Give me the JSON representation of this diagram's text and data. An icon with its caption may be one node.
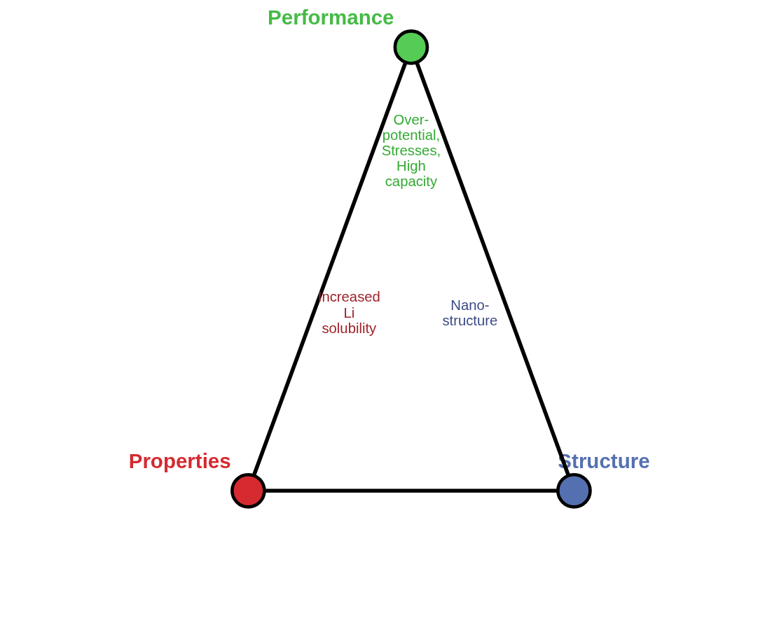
{
  "diagram": {
    "nodes": [
      {
        "text": [
          "Performance"
        ]
      },
      {
        "text": [
          "Properties"
        ]
      },
      {
        "text": [
          "Structure"
        ]
      }
    ],
    "edges": [
      {
        "from": 0,
        "to": 1,
        "arrow": "none"
      },
      {
        "from": 1,
        "to": 2,
        "arrow": "none"
      },
      {
        "from": 2,
        "to": 0,
        "arrow": "none"
      }
    ],
    "labels": [
      "Over- potential, Stresses, High capacity",
      "Increased Li solubility",
      "Nano- structure"
    ]
  }
}
